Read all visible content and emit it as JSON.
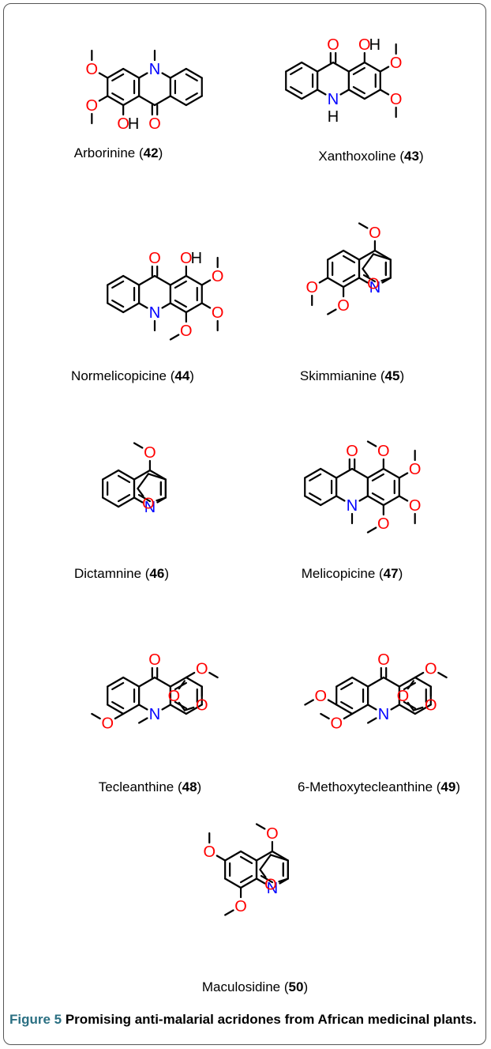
{
  "figure": {
    "label": "Figure 5",
    "title": " Promising anti-malarial acridones from African medicinal plants."
  },
  "atom_labels": {
    "oxygen": "O",
    "nitrogen": "N",
    "hydrogen": "H"
  },
  "colors": {
    "oxygen": "#ff0000",
    "nitrogen": "#0000ff",
    "bond": "#000000",
    "figure_label": "#2a6f82"
  },
  "compounds": [
    {
      "name": "Arborinine",
      "number": "42"
    },
    {
      "name": "Xanthoxoline",
      "number": "43"
    },
    {
      "name": "Normelicopicine",
      "number": "44"
    },
    {
      "name": "Skimmianine",
      "number": "45"
    },
    {
      "name": "Dictamnine",
      "number": "46"
    },
    {
      "name": "Melicopicine",
      "number": "47"
    },
    {
      "name": "Tecleanthine",
      "number": "48"
    },
    {
      "name": "6-Methoxytecleanthine",
      "number": "49"
    },
    {
      "name": "Maculosidine",
      "number": "50"
    }
  ]
}
